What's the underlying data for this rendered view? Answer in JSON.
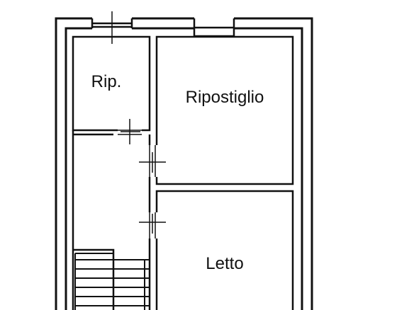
{
  "floor_plan": {
    "rooms": [
      {
        "key": "rip",
        "label": "Rip."
      },
      {
        "key": "ripostiglio",
        "label": "Ripostiglio"
      },
      {
        "key": "letto",
        "label": "Letto"
      }
    ],
    "elements": [
      "exterior-wall",
      "window",
      "door",
      "staircase"
    ]
  },
  "colors": {
    "wall": "#111111",
    "background": "#ffffff"
  }
}
